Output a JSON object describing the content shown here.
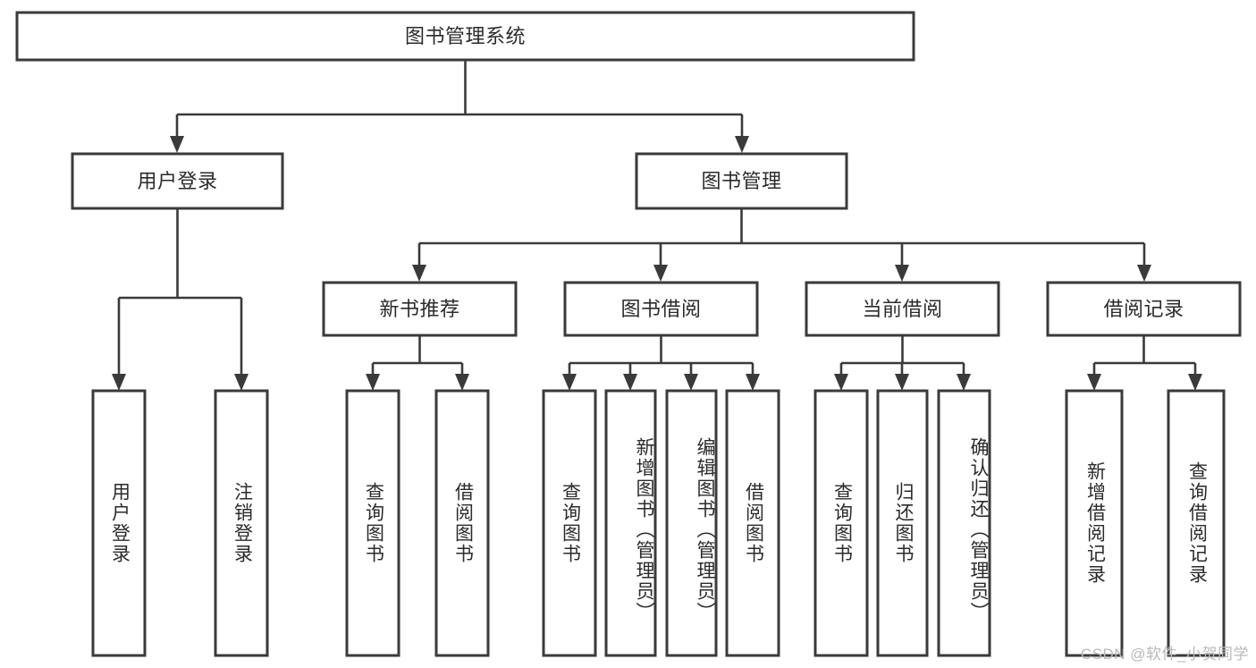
{
  "diagram": {
    "type": "tree-hierarchy-diagram",
    "title": "图书管理系统",
    "watermark": "CSDN @软件_小贺同学",
    "colors": {
      "box_stroke": "#3a3a3a",
      "box_fill": "#ffffff",
      "connector": "#3a3a3a",
      "text": "#2b2b2b",
      "watermark": "#b9b9b9",
      "background": "#ffffff"
    },
    "levels": {
      "root": {
        "label": "图书管理系统"
      },
      "level2": [
        {
          "id": "user-login",
          "label": "用户登录"
        },
        {
          "id": "book-manage",
          "label": "图书管理"
        }
      ],
      "level3": [
        {
          "id": "new-book-recommend",
          "label": "新书推荐"
        },
        {
          "id": "book-borrow",
          "label": "图书借阅"
        },
        {
          "id": "current-borrow",
          "label": "当前借阅"
        },
        {
          "id": "borrow-record",
          "label": "借阅记录"
        }
      ],
      "leaves": [
        {
          "id": "leaf-user-login",
          "label": "用户登录",
          "parent": "user-login"
        },
        {
          "id": "leaf-logout-login",
          "label": "注销登录",
          "parent": "user-login"
        },
        {
          "id": "leaf-query-book-1",
          "label": "查询图书",
          "parent": "new-book-recommend"
        },
        {
          "id": "leaf-borrow-book-1",
          "label": "借阅图书",
          "parent": "new-book-recommend"
        },
        {
          "id": "leaf-query-book-2",
          "label": "查询图书",
          "parent": "book-borrow"
        },
        {
          "id": "leaf-add-book",
          "label": "新增图书（管理员）",
          "parent": "book-borrow"
        },
        {
          "id": "leaf-edit-book",
          "label": "编辑图书（管理员）",
          "parent": "book-borrow"
        },
        {
          "id": "leaf-borrow-book-2",
          "label": "借阅图书",
          "parent": "book-borrow"
        },
        {
          "id": "leaf-query-book-3",
          "label": "查询图书",
          "parent": "current-borrow"
        },
        {
          "id": "leaf-return-book",
          "label": "归还图书",
          "parent": "current-borrow"
        },
        {
          "id": "leaf-confirm-return",
          "label": "确认归还（管理员）",
          "parent": "current-borrow"
        },
        {
          "id": "leaf-add-record",
          "label": "新增借阅记录",
          "parent": "borrow-record"
        },
        {
          "id": "leaf-query-record",
          "label": "查询借阅记录",
          "parent": "borrow-record"
        }
      ]
    }
  }
}
